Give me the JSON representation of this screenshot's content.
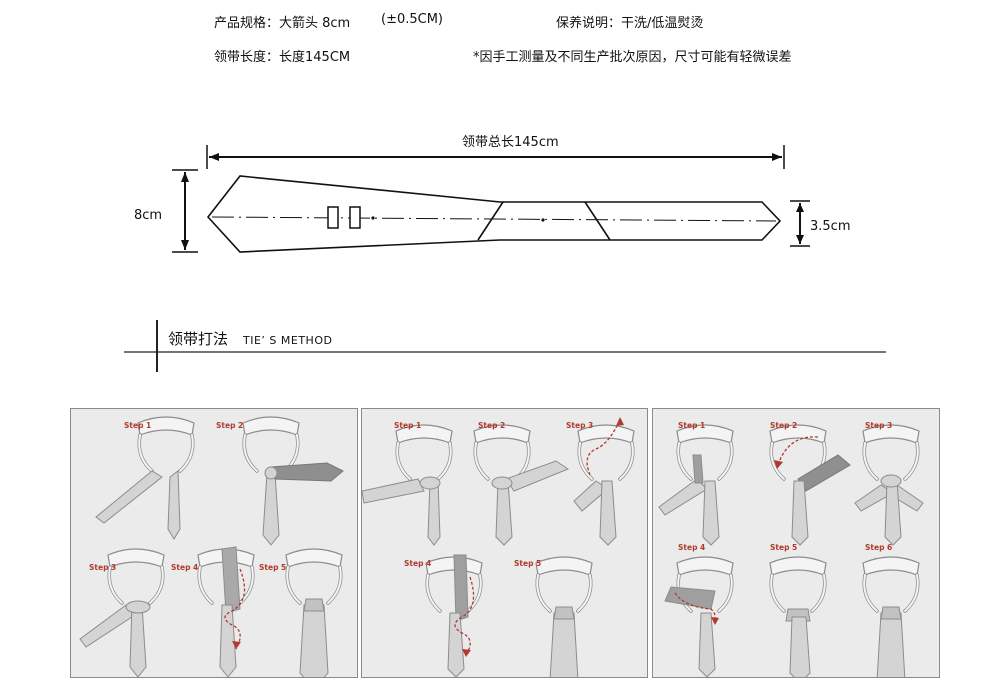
{
  "specs": {
    "spec_label": "产品规格：大箭头 8cm",
    "tolerance": "(±0.5CM)",
    "care_label": "保养说明：干洗/低温熨烫",
    "length_label": "领带长度：长度145CM",
    "disclaimer": "*因手工测量及不同生产批次原因，尺寸可能有轻微误差"
  },
  "diagram": {
    "total_length": "领带总长145cm",
    "wide_width": "8cm",
    "narrow_width": "3.5cm"
  },
  "method": {
    "title_zh": "领带打法",
    "title_en": "TIE’ S METHOD"
  },
  "panels": [
    {
      "steps": [
        "Step 1",
        "Step 2",
        "Step 3",
        "Step 4",
        "Step 5"
      ]
    },
    {
      "steps": [
        "Step 1",
        "Step 2",
        "Step 3",
        "Step 4",
        "Step 5"
      ]
    },
    {
      "steps": [
        "Step 1",
        "Step 2",
        "Step 3",
        "Step 4",
        "Step 5",
        "Step 6"
      ]
    }
  ],
  "colors": {
    "panel_bg": "#ebebeb",
    "tie_fill": "#d4d4d4",
    "tie_stroke": "#8c8c8c",
    "collar_fill": "#f4f4f4",
    "arrow_red": "#b03a2e"
  }
}
